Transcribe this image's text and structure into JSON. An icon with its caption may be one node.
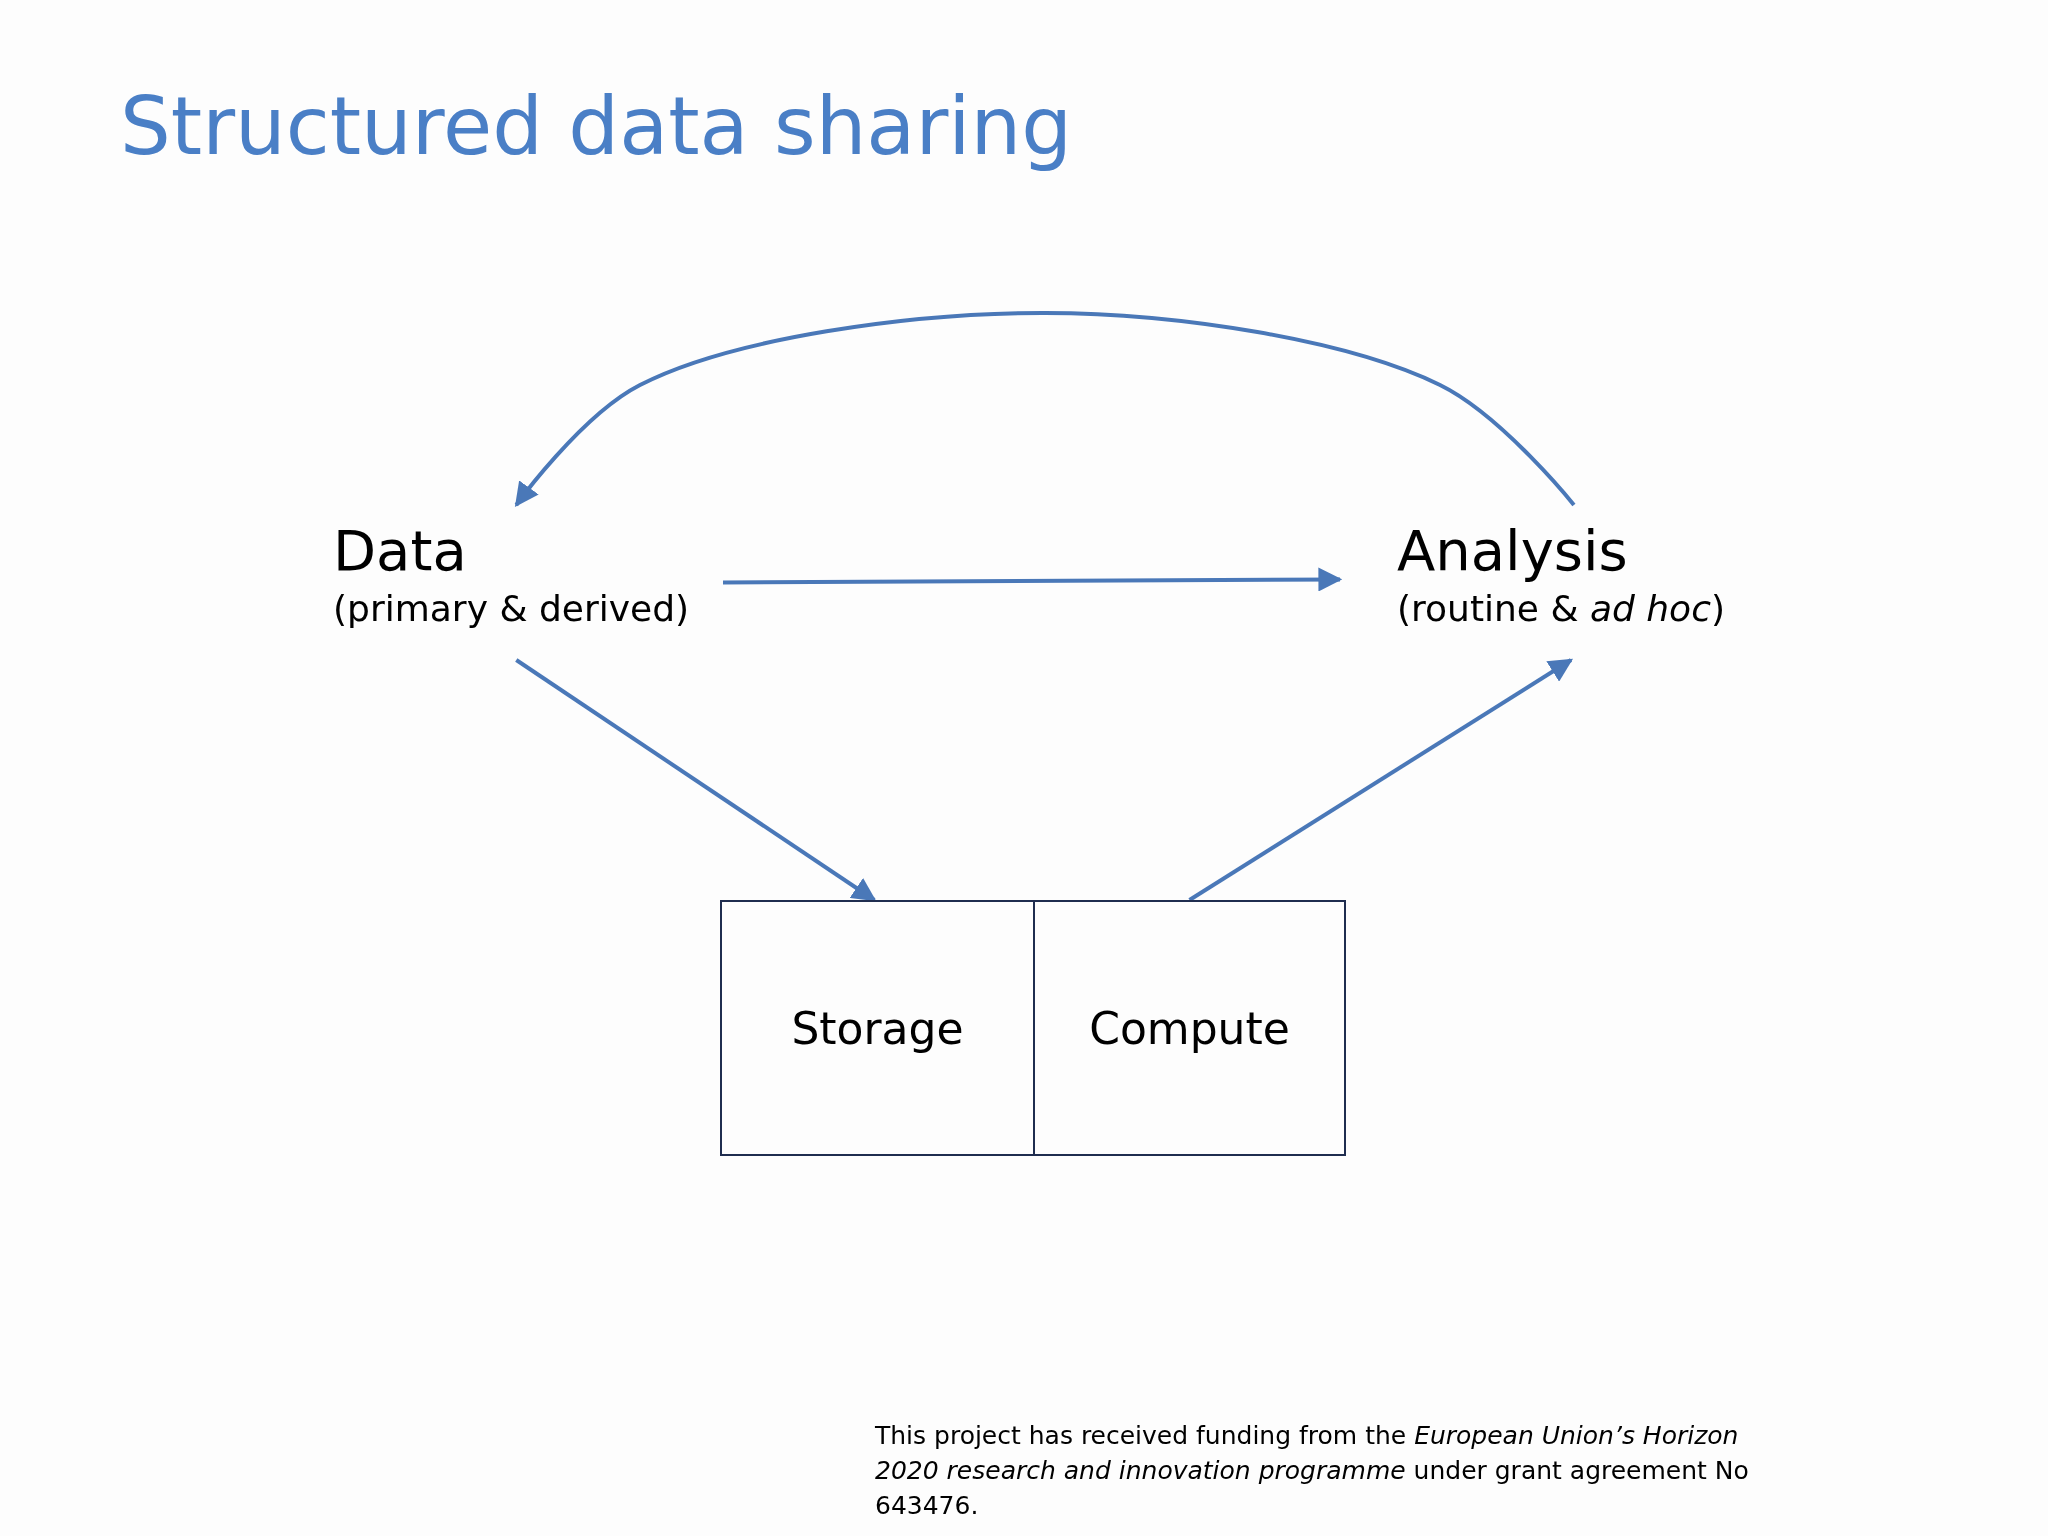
{
  "diagram": {
    "title": "Structured data sharing",
    "nodes": [
      {
        "text": [
          "Data",
          "(primary & derived)"
        ]
      },
      {
        "text": [
          "Analysis",
          "(routine & *ad hoc*)"
        ]
      },
      {
        "text": [
          "Storage"
        ]
      },
      {
        "text": [
          "Compute"
        ]
      }
    ],
    "edges": [
      {
        "from": 0,
        "to": 1,
        "arrow": "to"
      },
      {
        "from": 0,
        "to": 2,
        "arrow": "to"
      },
      {
        "from": 3,
        "to": 1,
        "arrow": "to"
      },
      {
        "from": 1,
        "to": 0,
        "arrow": "to"
      }
    ],
    "labels": [
      "This project has received funding from the *European Union’s Horizon 2020 research and innovation programme* under grant agreement No 643476."
    ]
  }
}
